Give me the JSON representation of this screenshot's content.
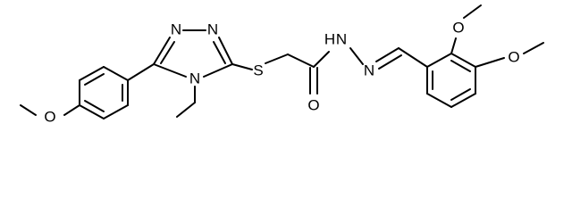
{
  "molecule": {
    "atoms": {
      "N1": "N",
      "N2": "N",
      "N4": "N",
      "S": "S",
      "O_carbonyl": "O",
      "NH": "N",
      "H": "H",
      "N_imine": "N",
      "O_methoxy_left": "O",
      "O_methoxy_2": "O",
      "O_methoxy_3": "O"
    }
  }
}
